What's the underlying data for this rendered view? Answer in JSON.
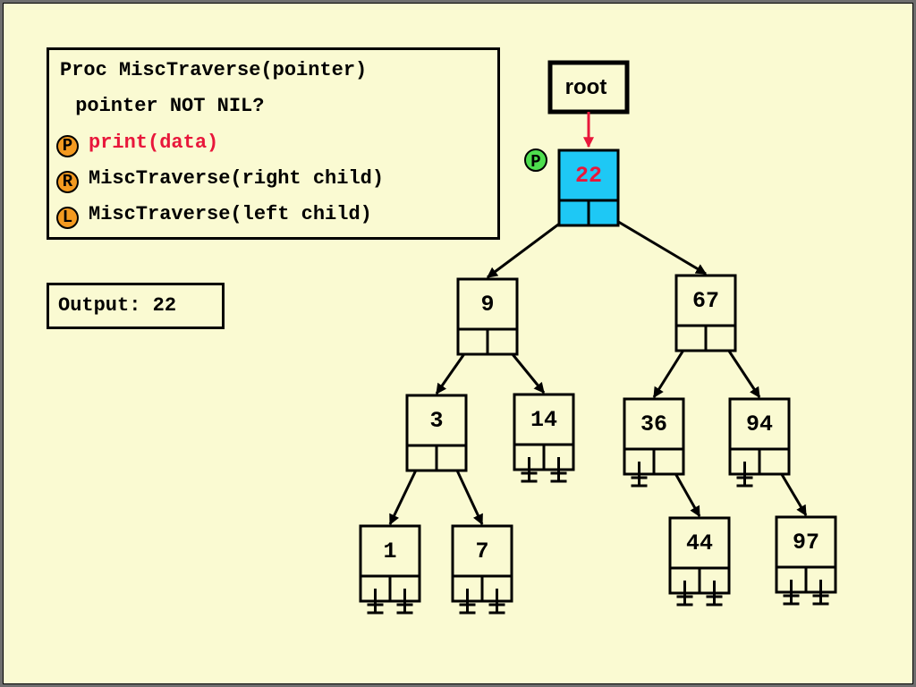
{
  "code": {
    "lines": [
      "Proc MiscTraverse(pointer)",
      " pointer NOT NIL?",
      "print(data)",
      "MiscTraverse(right child)",
      "MiscTraverse(left child)"
    ],
    "badges": [
      "P",
      "R",
      "L"
    ]
  },
  "output": {
    "label": "Output:",
    "value": "22",
    "text": "Output: 22"
  },
  "root_label": "root",
  "current_marker": "P",
  "colors": {
    "background": "#fafad2",
    "current_node_fill": "#1ec8f5",
    "current_node_text": "#e8173b",
    "highlight_code": "#e8173b",
    "badge_orange": "#f39a20",
    "badge_green": "#4ede4e",
    "root_arrow": "#e8173b"
  },
  "tree": {
    "nodes": [
      {
        "id": "n22",
        "value": "22",
        "left": "n9",
        "right": "n67",
        "current": true
      },
      {
        "id": "n9",
        "value": "9",
        "left": "n3",
        "right": "n14"
      },
      {
        "id": "n67",
        "value": "67",
        "left": "n36",
        "right": "n94"
      },
      {
        "id": "n3",
        "value": "3",
        "left": "n1",
        "right": "n7"
      },
      {
        "id": "n14",
        "value": "14",
        "left": null,
        "right": null
      },
      {
        "id": "n36",
        "value": "36",
        "left": null,
        "right": "n44"
      },
      {
        "id": "n94",
        "value": "94",
        "left": null,
        "right": "n97"
      },
      {
        "id": "n1",
        "value": "1",
        "left": null,
        "right": null
      },
      {
        "id": "n7",
        "value": "7",
        "left": null,
        "right": null
      },
      {
        "id": "n44",
        "value": "44",
        "left": null,
        "right": null
      },
      {
        "id": "n97",
        "value": "97",
        "left": null,
        "right": null
      }
    ]
  }
}
